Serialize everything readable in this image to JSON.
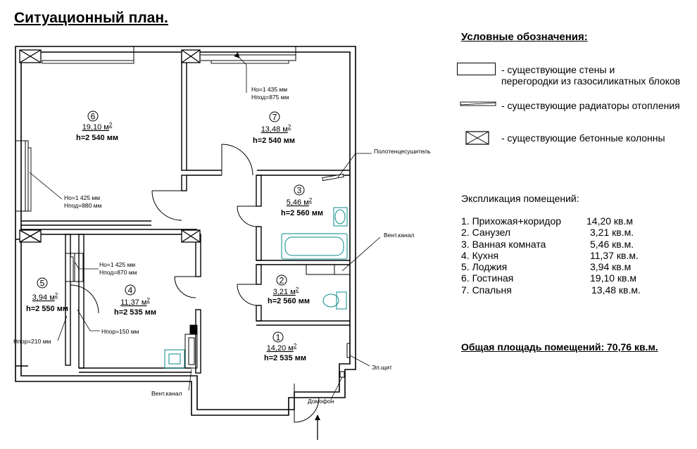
{
  "title": "Ситуационный план.",
  "legend": {
    "title": "Условные обозначения:",
    "items": [
      {
        "icon": "wall-block-symbol",
        "line1": "- существующие стены  и",
        "line2": "перегородки из газосиликатных блоков"
      },
      {
        "icon": "radiator-symbol",
        "line1": "- существующие радиаторы отопления"
      },
      {
        "icon": "concrete-column-symbol",
        "line1": "- существующие бетонные колонны"
      }
    ]
  },
  "explication": {
    "title": "Экспликация помещений:",
    "rows": [
      {
        "name": "1. Прихожая+коридор",
        "area": "14,20 кв.м"
      },
      {
        "name": "2. Санузел",
        "area": "3,21 кв.м."
      },
      {
        "name": "3. Ванная комната",
        "area": "5,46 кв.м."
      },
      {
        "name": "4. Кухня",
        "area": "11,37 кв.м."
      },
      {
        "name": "5. Лоджия",
        "area": "3,94 кв.м"
      },
      {
        "name": "6. Гостиная",
        "area": "19,10 кв.м"
      },
      {
        "name": "7. Спальня",
        "area": "13,48 кв.м."
      }
    ]
  },
  "total": "Общая площадь помещений: 70,76 кв.м.",
  "rooms": [
    {
      "num": "1",
      "area": "14,20 м",
      "sup": "2",
      "height": "h=2 535 мм"
    },
    {
      "num": "2",
      "area": "3,21 м",
      "sup": "2",
      "height": "h=2 560 мм"
    },
    {
      "num": "3",
      "area": "5,46 м",
      "sup": "2",
      "height": "h=2 560 мм"
    },
    {
      "num": "4",
      "area": "11,37 м",
      "sup": "2",
      "height": "h=2 535 мм"
    },
    {
      "num": "5",
      "area": "3,94 м",
      "sup": "2",
      "height": "h=2 550 мм"
    },
    {
      "num": "6",
      "area": "19,10 м",
      "sup": "2",
      "height": "h=2 540 мм"
    },
    {
      "num": "7",
      "area": "13,48 м",
      "sup": "2",
      "height": "h=2 540 мм"
    }
  ],
  "annotations": {
    "window7_ho": "Но=1 435 мм",
    "window7_hpod": "Нпод=875 мм",
    "window6_ho": "Но=1 425 мм",
    "window6_hpod": "Нпод=880 мм",
    "window4_ho": "Но=1 425 мм",
    "window4_hpod": "Нпод=870 мм",
    "npor150": "Нпор=150 мм",
    "npor210": "Нпор=210 мм",
    "towel_dryer": "Полотенцесушитель",
    "vent_right": "Вент.канал",
    "vent_bottom": "Вент.канал",
    "panel": "Эл.щит",
    "intercom": "Домофон"
  }
}
